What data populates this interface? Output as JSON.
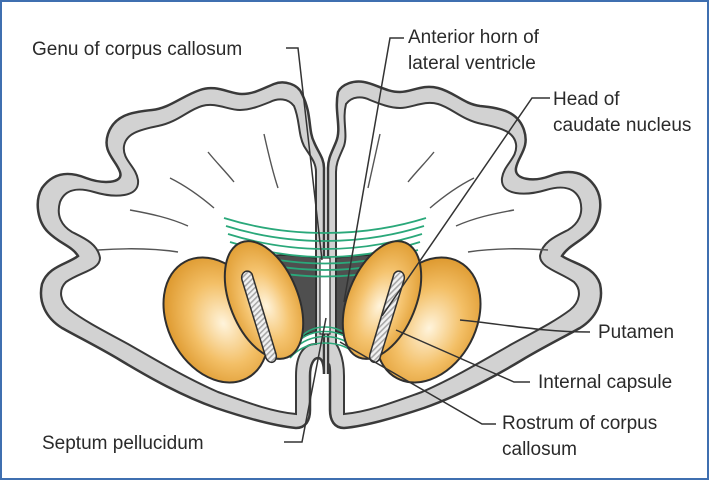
{
  "labels": {
    "genu": "Genu of corpus callosum",
    "anterior_horn_1": "Anterior horn of",
    "anterior_horn_2": "lateral ventricle",
    "head_caudate_1": "Head of",
    "head_caudate_2": "caudate nucleus",
    "putamen": "Putamen",
    "internal_capsule": "Internal capsule",
    "rostrum_1": "Rostrum of corpus",
    "rostrum_2": "callosum",
    "septum": "Septum pellucidum"
  },
  "colors": {
    "border": "#3f6fb0",
    "cortex": "#d2d2d2",
    "white_matter": "#ffffff",
    "ventricle": "#4f4f4f",
    "nucleus": "#f0b24a",
    "callosal_fibers": "#2aa87a",
    "capsule_stripes": "#b0b0b0",
    "leader_lines": "#333333"
  }
}
